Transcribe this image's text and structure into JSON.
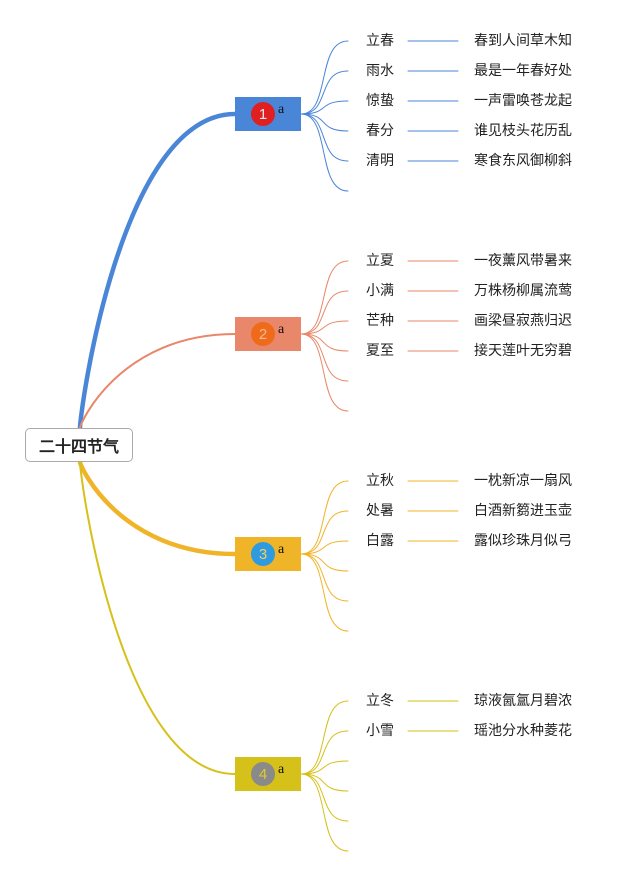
{
  "root": {
    "label": "二十四节气"
  },
  "branches": [
    {
      "number": "1",
      "tag": "a",
      "color": "#4a86d8",
      "circle_color": "#e02020",
      "number_color": "#e8e8e8",
      "items": [
        {
          "term": "立春",
          "verse": "春到人间草木知"
        },
        {
          "term": "雨水",
          "verse": "最是一年春好处"
        },
        {
          "term": "惊蛰",
          "verse": "一声雷唤苍龙起"
        },
        {
          "term": "春分",
          "verse": "谁见枝头花历乱"
        },
        {
          "term": "清明",
          "verse": "寒食东风御柳斜"
        }
      ],
      "empty_slots": 1
    },
    {
      "number": "2",
      "tag": "a",
      "color": "#e8876a",
      "circle_color": "#ef6b1b",
      "number_color": "#f3b890",
      "items": [
        {
          "term": "立夏",
          "verse": "一夜薰风带暑来"
        },
        {
          "term": "小满",
          "verse": "万株杨柳属流莺"
        },
        {
          "term": "芒种",
          "verse": "画梁昼寂燕归迟"
        },
        {
          "term": "夏至",
          "verse": "接天莲叶无穷碧"
        }
      ],
      "empty_slots": 2
    },
    {
      "number": "3",
      "tag": "a",
      "color": "#f0b429",
      "circle_color": "#2e9ae0",
      "number_color": "#f0d060",
      "items": [
        {
          "term": "立秋",
          "verse": "一枕新凉一扇风"
        },
        {
          "term": "处暑",
          "verse": "白酒新篘进玉壶"
        },
        {
          "term": "白露",
          "verse": "露似珍珠月似弓"
        }
      ],
      "empty_slots": 3
    },
    {
      "number": "4",
      "tag": "a",
      "color": "#d6c01a",
      "circle_color": "#8a8a8a",
      "number_color": "#e0c830",
      "items": [
        {
          "term": "立冬",
          "verse": "琼液氤氲月碧浓"
        },
        {
          "term": "小雪",
          "verse": "瑶池分水种菱花"
        }
      ],
      "empty_slots": 4
    }
  ]
}
